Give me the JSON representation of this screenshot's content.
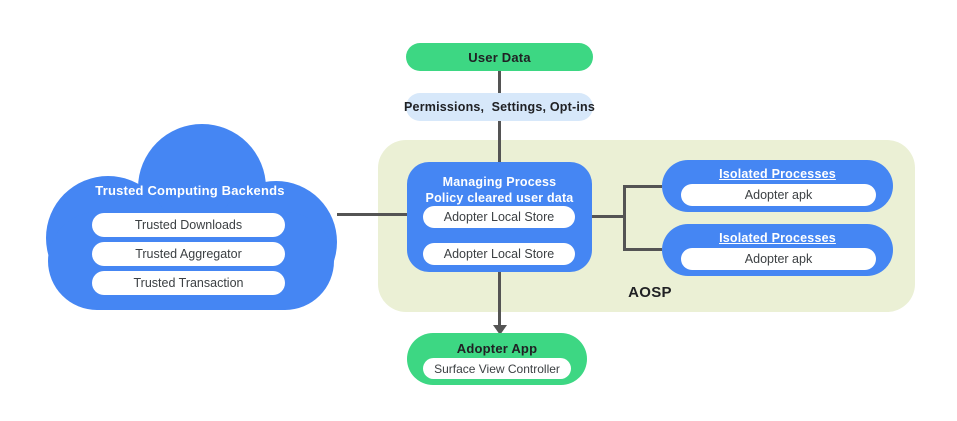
{
  "diagram": {
    "user_data": {
      "label": "User Data"
    },
    "permissions": {
      "label": "Permissions,  Settings, Opt-ins"
    },
    "cloud": {
      "title": "Trusted Computing Backends",
      "items": [
        "Trusted Downloads",
        "Trusted Aggregator",
        "Trusted Transaction"
      ]
    },
    "aosp": {
      "label": "AOSP"
    },
    "managing_process": {
      "title_line1": "Managing Process",
      "title_line2": "Policy cleared user data",
      "stores": [
        "Adopter Local Store",
        "Adopter Local Store"
      ]
    },
    "isolated_processes": [
      {
        "title": "Isolated Processes",
        "item": "Adopter apk"
      },
      {
        "title": "Isolated Processes",
        "item": "Adopter apk"
      }
    ],
    "adopter_app": {
      "title": "Adopter App",
      "item": "Surface View Controller"
    }
  },
  "colors": {
    "blue": "#4586f3",
    "green": "#3dd783",
    "light_blue": "#d7e8fa",
    "panel_yellow_green": "#ebf0d5",
    "connector_gray": "#545454",
    "text_dark": "#202124",
    "text_gray": "#3c4043",
    "white": "#ffffff"
  }
}
